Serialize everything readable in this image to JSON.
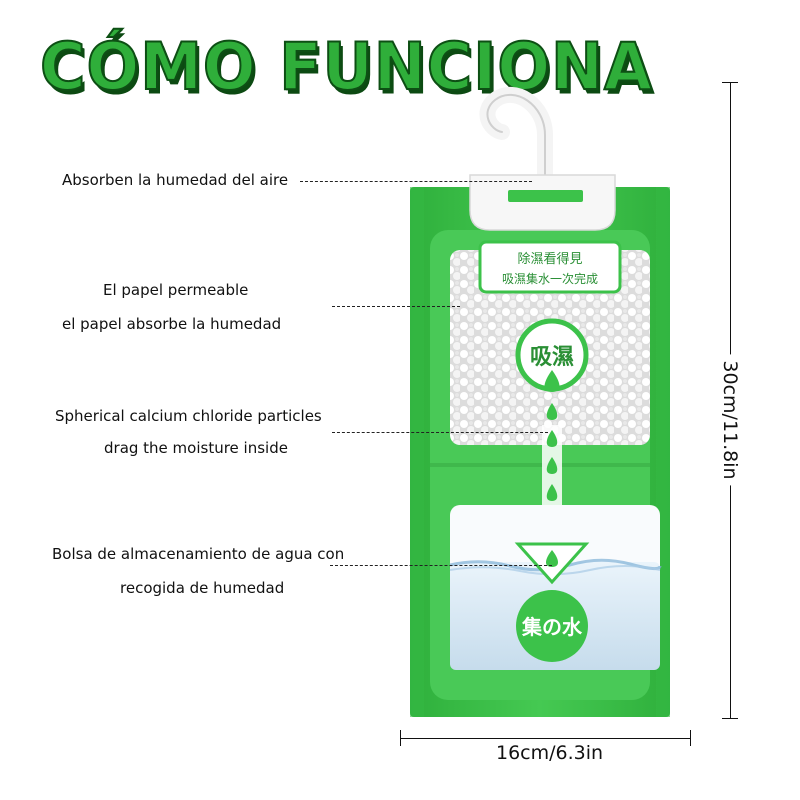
{
  "title": "CÓMO FUNCIONA",
  "labels": {
    "absorb": "Absorben la humedad del aire",
    "paper_1": "El papel permeable",
    "paper_2": "el papel absorbe la humedad",
    "particles_1": "Spherical calcium chloride particles",
    "particles_2": "drag the moisture inside",
    "bag_1": "Bolsa de almacenamiento de agua con",
    "bag_2": "recogida de humedad"
  },
  "product": {
    "box_line_1": "除濕看得見",
    "box_line_2": "吸濕集水一次完成",
    "absorb_badge": "吸濕",
    "water_badge": "集の水"
  },
  "dimensions": {
    "height": "30cm/11.8in",
    "width": "16cm/6.3in"
  },
  "colors": {
    "accent_green": "#2fae3a",
    "bag_green": "#3cc24a",
    "title_outline": "#0d4f14"
  }
}
